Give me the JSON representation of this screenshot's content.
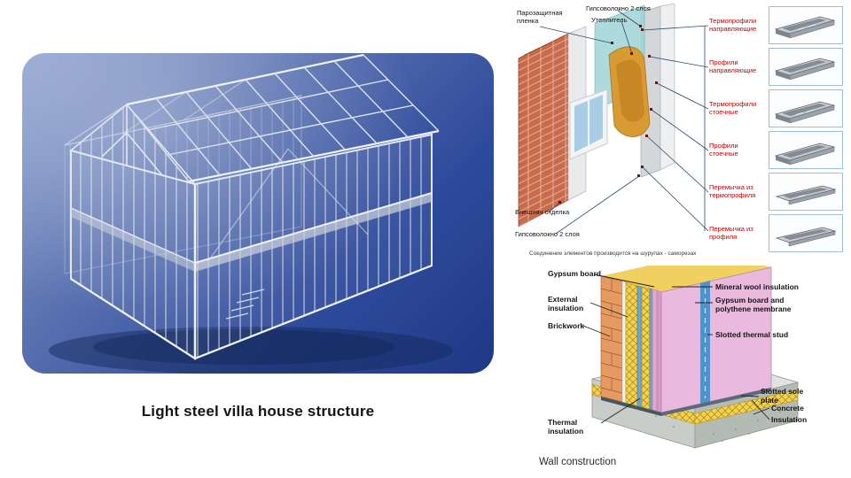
{
  "left_panel": {
    "caption": "Light steel villa house structure"
  },
  "top_diagram": {
    "labels": {
      "vapor_barrier": "Парозащитная пленка",
      "gypsum_top": "Гипсоволокно 2 слоя",
      "insulation": "Утеплитель",
      "external_finish": "Внешняя отделка",
      "gypsum_bottom": "Гипсоволокно 2 слоя",
      "note": "Соединение элементов производится на шурупах - саморезах"
    },
    "profiles": [
      {
        "label": "Термопрофили направляющие"
      },
      {
        "label": "Профили направляющие"
      },
      {
        "label": "Термопрофили стоечные"
      },
      {
        "label": "Профили стоечные"
      },
      {
        "label": "Перемычка из термопрофиля"
      },
      {
        "label": "Перемычка из профиля"
      }
    ]
  },
  "bottom_diagram": {
    "title": "Wall construction",
    "labels": {
      "gypsum_board": "Gypsum board",
      "external_insulation": "External insulation",
      "brickwork": "Brickwork",
      "thermal_insulation": "Thermal insulation",
      "mineral_wool": "Mineral wool insulation",
      "gypsum_membrane": "Gypsum board and polythene membrane",
      "thermal_stud": "Slotted thermal stud",
      "sole_plate": "Slotted sole plate",
      "concrete": "Concrete",
      "insulation": "Insulation"
    }
  },
  "colors": {
    "label_accent": "#cc0000",
    "brick": "#c96a4b",
    "panel_blue": "#2e4a9b"
  }
}
